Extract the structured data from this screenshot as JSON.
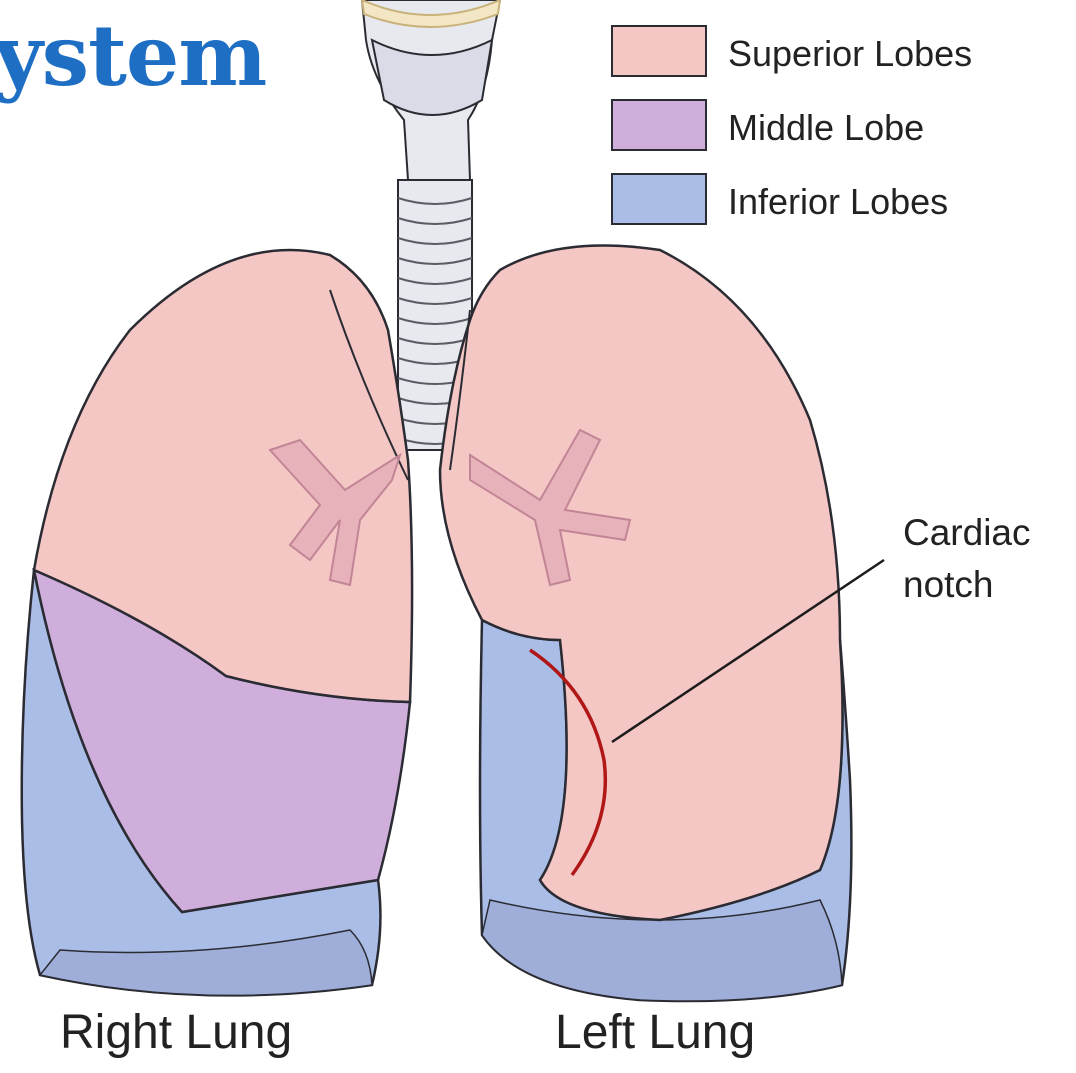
{
  "title": "ystem",
  "legend": {
    "items": [
      {
        "label": "Superior Lobes",
        "color": "#f4c6c4"
      },
      {
        "label": "Middle Lobe",
        "color": "#cfaedc"
      },
      {
        "label": "Inferior Lobes",
        "color": "#a9bde6"
      }
    ]
  },
  "annotations": {
    "cardiac_notch_line1": "Cardiac",
    "cardiac_notch_line2": "notch"
  },
  "labels": {
    "right_lung": "Right Lung",
    "left_lung": "Left Lung"
  },
  "colors": {
    "title": "#1e6fc4",
    "superior": "#f4c6c4",
    "middle": "#cfaedc",
    "inferior": "#a9bde6",
    "inferior_shadow": "#9eaed9",
    "outline": "#2b2b33",
    "notch": "#b01818",
    "trachea": "#e7e9ef",
    "bronchi": "#e2a8b6"
  }
}
